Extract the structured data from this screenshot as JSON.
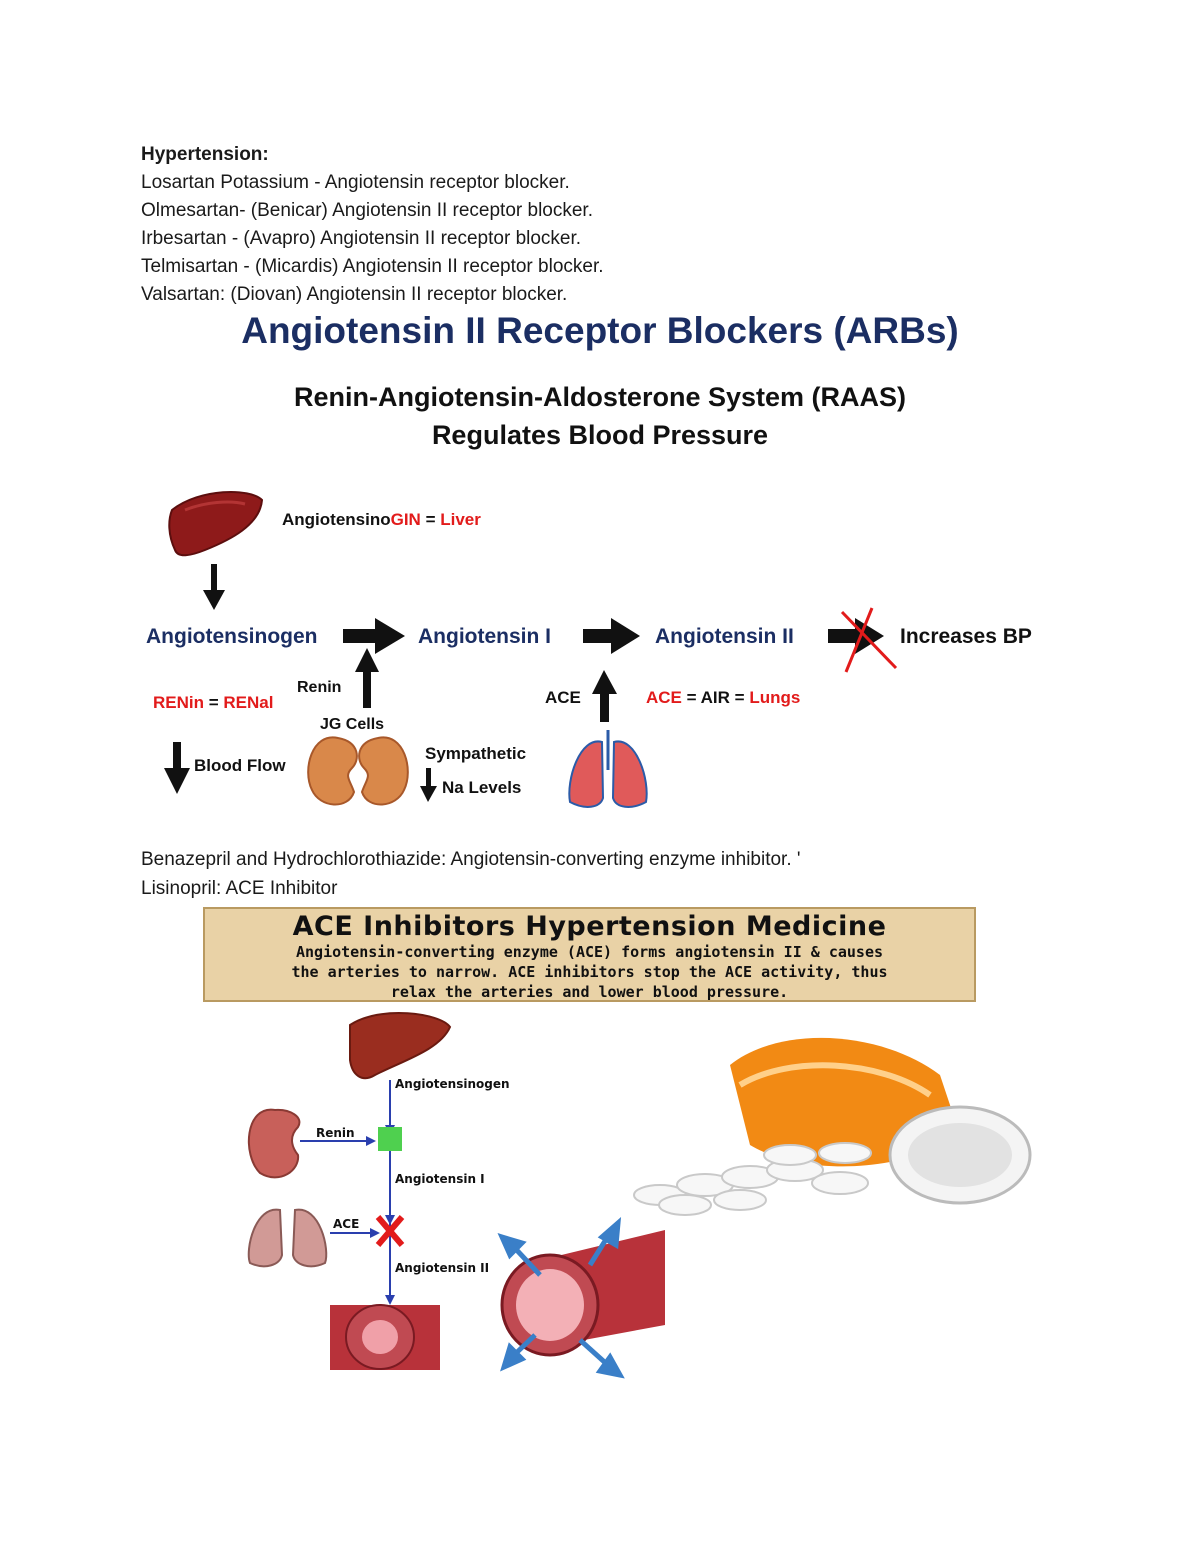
{
  "intro": {
    "heading": "Hypertension:",
    "lines": [
      "Losartan Potassium - Angiotensin receptor blocker.",
      "Olmesartan- (Benicar) Angiotensin II receptor blocker.",
      "Irbesartan - (Avapro) Angiotensin II receptor blocker.",
      "Telmisartan - (Micardis) Angiotensin II receptor blocker.",
      "Valsartan: (Diovan) Angiotensin II receptor blocker."
    ]
  },
  "arb": {
    "title": "Angiotensin II Receptor Blockers (ARBs)",
    "subtitle1": "Renin-Angiotensin-Aldosterone System (RAAS)",
    "subtitle2": "Regulates Blood Pressure",
    "liver_note_a": "Angiotensino",
    "liver_note_b": "GIN",
    "liver_note_c": " = ",
    "liver_note_d": "Liver",
    "flow": [
      "Angiotensinogen",
      "Angiotensin I",
      "Angiotensin II",
      "Increases BP"
    ],
    "renin_label": "Renin",
    "ace_label": "ACE",
    "renal_a": "RENin",
    "renal_b": " = ",
    "renal_c": "RENal",
    "ace_air_a": "ACE",
    "ace_air_b": " = AIR = ",
    "ace_air_c": "Lungs",
    "jg_cells": "JG Cells",
    "blood_flow": "Blood Flow",
    "sympathetic": "Sympathetic",
    "na_levels": "Na Levels"
  },
  "ace_text": {
    "line1": "Benazepril and Hydrochlorothiazide: Angiotensin-converting enzyme inhibitor. '",
    "line2": "Lisinopril: ACE Inhibitor"
  },
  "ace_figure": {
    "banner_title": "ACE Inhibitors Hypertension Medicine",
    "banner_line1": "Angiotensin-converting enzyme (ACE) forms angiotensin II & causes",
    "banner_line2": "the arteries to narrow. ACE inhibitors stop the ACE activity, thus",
    "banner_line3": "relax the arteries and lower blood pressure.",
    "labels": {
      "angiotensinogen": "Angiotensinogen",
      "renin": "Renin",
      "angiotensin1": "Angiotensin I",
      "ace": "ACE",
      "angiotensin2": "Angiotensin II"
    }
  },
  "colors": {
    "navy": "#1b2e63",
    "red": "#e21b1b",
    "liver": "#8e1a1a",
    "kidney": "#d9884a",
    "lung": "#e05a5a"
  }
}
